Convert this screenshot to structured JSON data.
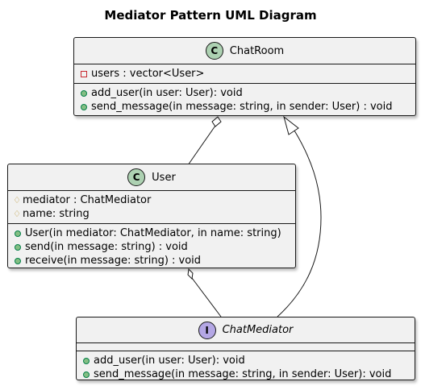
{
  "diagram": {
    "title": "Mediator Pattern UML Diagram",
    "classes": {
      "chatroom": {
        "stereotype_badge": "C",
        "name": "ChatRoom",
        "attributes": [
          {
            "visibility": "private",
            "text": "users : vector<User>"
          }
        ],
        "methods": [
          {
            "visibility": "public",
            "text": "add_user(in user: User): void"
          },
          {
            "visibility": "public",
            "text": "send_message(in message: string, in sender: User) : void"
          }
        ]
      },
      "user": {
        "stereotype_badge": "C",
        "name": "User",
        "attributes": [
          {
            "visibility": "protected",
            "text": "mediator : ChatMediator"
          },
          {
            "visibility": "protected",
            "text": "name: string"
          }
        ],
        "methods": [
          {
            "visibility": "public",
            "text": "User(in mediator: ChatMediator, in name: string)"
          },
          {
            "visibility": "public",
            "text": "send(in message: string) : void"
          },
          {
            "visibility": "public",
            "text": "receive(in message: string) : void"
          }
        ]
      },
      "chatmediator": {
        "stereotype_badge": "I",
        "name": "ChatMediator",
        "attributes": [],
        "methods": [
          {
            "visibility": "public",
            "text": "add_user(in user: User): void"
          },
          {
            "visibility": "public",
            "text": "send_message(in message: string, in sender: User): void"
          }
        ]
      }
    },
    "relations": [
      {
        "from": "ChatRoom",
        "to": "User",
        "type": "aggregation"
      },
      {
        "from": "User",
        "to": "ChatMediator",
        "type": "aggregation"
      },
      {
        "from": "ChatMediator",
        "to": "ChatRoom",
        "type": "realization"
      }
    ],
    "colors": {
      "class_badge": "#add1b2",
      "interface_badge": "#b4a7e5",
      "box_fill": "#f1f1f1",
      "border": "#181818"
    }
  }
}
